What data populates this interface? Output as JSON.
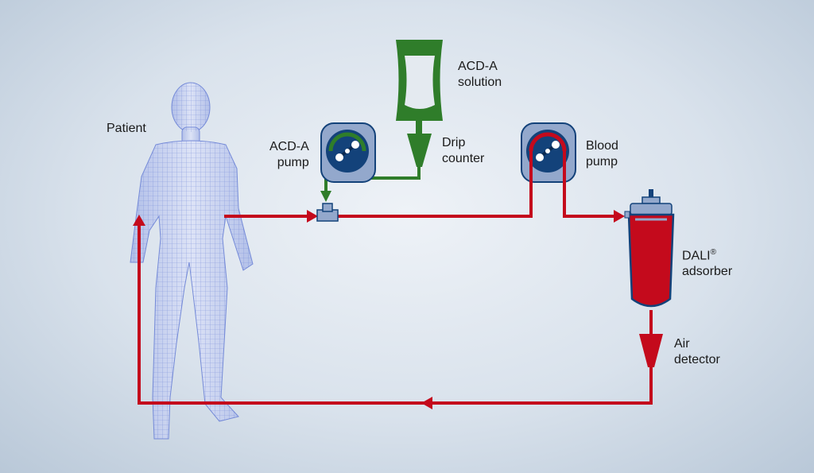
{
  "labels": {
    "patient": "Patient",
    "acd_pump": [
      "ACD-A",
      "pump"
    ],
    "acd_solution": [
      "ACD-A",
      "solution"
    ],
    "drip_counter": [
      "Drip",
      "counter"
    ],
    "blood_pump": [
      "Blood",
      "pump"
    ],
    "dali_adsorber": {
      "name": "DALI",
      "mark": "®",
      "line2": "adsorber"
    },
    "air_detector": [
      "Air",
      "detector"
    ]
  },
  "colors": {
    "blood_line": "#c40a1c",
    "acd_line": "#2f7d2a",
    "pump_body": "#93a8cc",
    "pump_rotor": "#13427a",
    "patient_mesh": "#6b82d6"
  }
}
